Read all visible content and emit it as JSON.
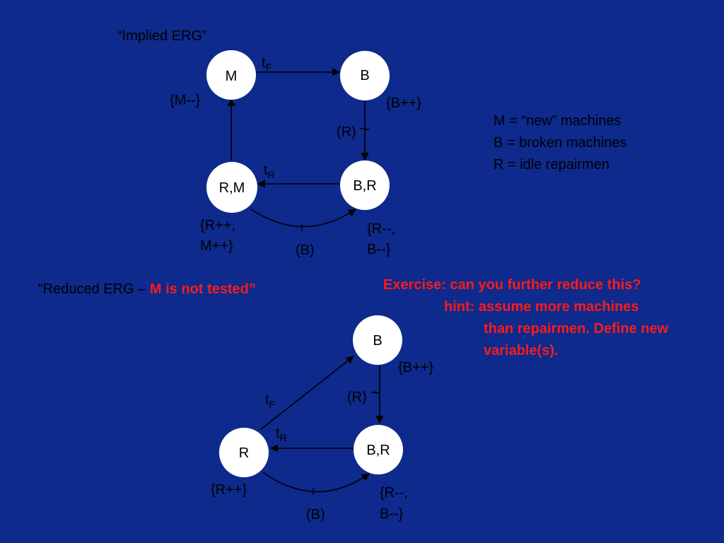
{
  "colors": {
    "background": "#0d2a8c",
    "accent": "#ff1a1a",
    "text": "#000000",
    "node_fill": "#ffffff"
  },
  "implied": {
    "title": "“Implied ERG”",
    "nodes": {
      "m": "M",
      "b": "B",
      "rm": "R,M",
      "br": "B,R"
    },
    "edges": {
      "tf_base": "t",
      "tf_sub": "F",
      "tr_base": "t",
      "tr_sub": "R",
      "r_cond": "(R)",
      "b_cond": "(B)",
      "tilde": "~",
      "squiggle": "≀"
    },
    "effects": {
      "m": "{M--}",
      "b": "{B++}",
      "rm_1": "{R++,",
      "rm_2": "M++}",
      "br_1": "{R--,",
      "br_2": "B--}"
    }
  },
  "legend": [
    "M = “new” machines",
    "B = broken machines",
    "R = idle repairmen"
  ],
  "reduced": {
    "title_prefix": "“Reduced ERG – ",
    "title_highlight": "M is not tested”",
    "nodes": {
      "b": "B",
      "r": "R",
      "br": "B,R"
    },
    "edges": {
      "tf_base": "t",
      "tf_sub": "F",
      "tr_base": "t",
      "tr_sub": "R",
      "r_cond": "(R)",
      "b_cond": "(B)",
      "tilde": "~",
      "squiggle": "≀"
    },
    "effects": {
      "b": "{B++}",
      "r": "{R++}",
      "br_1": "{R--,",
      "br_2": "B--}"
    }
  },
  "exercise": {
    "line1": "Exercise: can you further reduce this?",
    "line2": "hint: assume more machines",
    "line3": "than repairmen. Define new",
    "line4": "variable(s)."
  }
}
